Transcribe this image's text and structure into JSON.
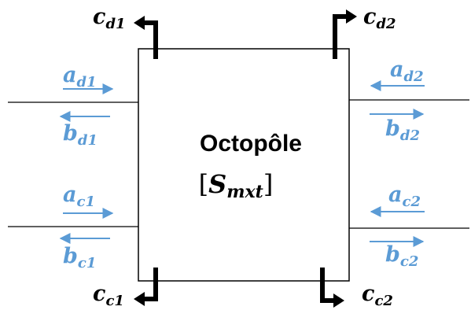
{
  "device": {
    "title": "Octopôle",
    "matrix_bracket_open": "[",
    "matrix_main": "S",
    "matrix_sub": "mxt",
    "matrix_bracket_close": "]"
  },
  "ports": {
    "a_d1": {
      "main": "a",
      "sub": "d1"
    },
    "b_d1": {
      "main": "b",
      "sub": "d1"
    },
    "a_c1": {
      "main": "a",
      "sub": "c1"
    },
    "b_c1": {
      "main": "b",
      "sub": "c1"
    },
    "a_d2": {
      "main": "a",
      "sub": "d2"
    },
    "b_d2": {
      "main": "b",
      "sub": "d2"
    },
    "a_c2": {
      "main": "a",
      "sub": "c2"
    },
    "b_c2": {
      "main": "b",
      "sub": "c2"
    },
    "c_d1": {
      "main": "c",
      "sub": "d1"
    },
    "c_d2": {
      "main": "c",
      "sub": "d2"
    },
    "c_c1": {
      "main": "c",
      "sub": "c1"
    },
    "c_c2": {
      "main": "c",
      "sub": "c2"
    }
  },
  "colors": {
    "wave_blue": "#5B9BD5",
    "line_black": "#000000"
  }
}
